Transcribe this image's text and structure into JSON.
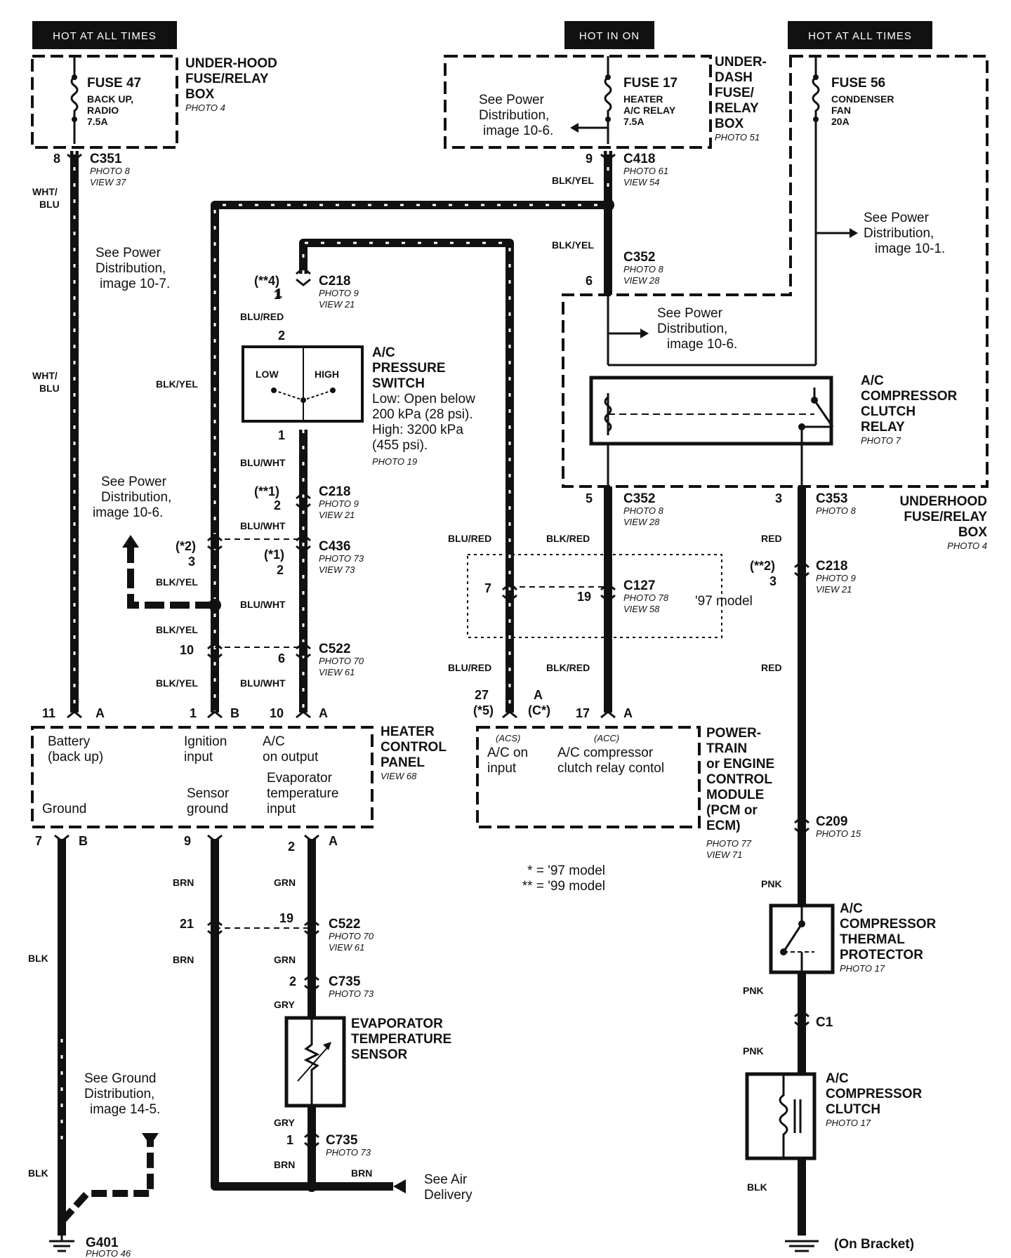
{
  "banners": [
    "HOT AT ALL TIMES",
    "HOT IN ON",
    "HOT AT ALL TIMES"
  ],
  "boxes": {
    "underhood_box": [
      "UNDER-HOOD",
      "FUSE/RELAY",
      "BOX"
    ],
    "underhood_photo": "PHOTO 4",
    "underdash_box": [
      "UNDER-",
      "DASH",
      "FUSE/",
      "RELAY",
      "BOX"
    ],
    "underdash_photo": "PHOTO 51",
    "underhood_box2": [
      "UNDERHOOD",
      "FUSE/RELAY",
      "BOX"
    ],
    "underhood_photo2": "PHOTO 4"
  },
  "fuses": [
    {
      "name": "FUSE 47",
      "lines": [
        "BACK UP,",
        "RADIO",
        "7.5A"
      ]
    },
    {
      "name": "FUSE 17",
      "lines": [
        "HEATER",
        "A/C RELAY",
        "7.5A"
      ]
    },
    {
      "name": "FUSE 56",
      "lines": [
        "CONDENSER",
        "FAN",
        "20A"
      ]
    }
  ],
  "connectors": {
    "c351": {
      "name": "C351",
      "photo": "PHOTO 8",
      "view": "VIEW 37",
      "pin": "8"
    },
    "c418": {
      "name": "C418",
      "photo": "PHOTO 61",
      "view": "VIEW 54",
      "pin": "9"
    },
    "c352_6": {
      "name": "C352",
      "photo": "PHOTO 8",
      "view": "VIEW 28",
      "pin": "6"
    },
    "c218_1": {
      "name": "C218",
      "photo": "PHOTO 9",
      "view": "VIEW 21",
      "pin": "1",
      "note": "(**4)"
    },
    "c218_2": {
      "name": "C218",
      "photo": "PHOTO 9",
      "view": "VIEW 21",
      "pin": "2",
      "note": "(**1)"
    },
    "c436": {
      "name": "C436",
      "photo": "PHOTO 73",
      "view": "VIEW 73",
      "pin_l": "3",
      "note_l": "(*2)",
      "pin_r": "2",
      "note_r": "(*1)"
    },
    "c522_top": {
      "name": "C522",
      "photo": "PHOTO 70",
      "view": "VIEW 61",
      "pin_l": "10",
      "pin_r": "6"
    },
    "c352_5": {
      "name": "C352",
      "photo": "PHOTO 8",
      "view": "VIEW 28",
      "pin": "5"
    },
    "c353": {
      "name": "C353",
      "photo": "PHOTO 8",
      "pin": "3"
    },
    "c127": {
      "name": "C127",
      "photo": "PHOTO 78",
      "view": "VIEW 58",
      "pin_l": "7",
      "pin_r": "19",
      "model": "'97 model"
    },
    "c218_3": {
      "name": "C218",
      "photo": "PHOTO 9",
      "view": "VIEW 21",
      "pin": "3",
      "note": "(**2)"
    },
    "c209": {
      "name": "C209",
      "photo": "PHOTO 15"
    },
    "c522_bot": {
      "name": "C522",
      "photo": "PHOTO 70",
      "view": "VIEW 61",
      "pin_l": "21",
      "pin_r": "19"
    },
    "c735_top": {
      "name": "C735",
      "photo": "PHOTO 73",
      "pin": "2"
    },
    "c735_bot": {
      "name": "C735",
      "photo": "PHOTO 73",
      "pin": "1"
    },
    "c1": {
      "name": "C1"
    }
  },
  "wires": {
    "wht_blu": "WHT/\nBLU",
    "wht_blu_a": "WHT/",
    "wht_blu_b": "BLU",
    "blk_yel": "BLK/YEL",
    "blu_red": "BLU/RED",
    "blu_wht": "BLU/WHT",
    "blk_red": "BLK/RED",
    "red": "RED",
    "pnk": "PNK",
    "brn": "BRN",
    "grn": "GRN",
    "gry": "GRY",
    "blk": "BLK"
  },
  "pressure_switch": {
    "title": [
      "A/C",
      "PRESSURE",
      "SWITCH"
    ],
    "desc": [
      "Low: Open below",
      "200 kPa (28 psi).",
      "High: 3200 kPa",
      "(455 psi)."
    ],
    "photo": "PHOTO 19",
    "low": "LOW",
    "high": "HIGH"
  },
  "relay": {
    "title": [
      "A/C",
      "COMPRESSOR",
      "CLUTCH",
      "RELAY"
    ],
    "photo": "PHOTO 7"
  },
  "heater_panel": {
    "title": [
      "HEATER",
      "CONTROL",
      "PANEL"
    ],
    "view": "VIEW 68",
    "pins_top": [
      {
        "num": "11",
        "letter": "A",
        "label": [
          "Battery",
          "(back up)"
        ]
      },
      {
        "num": "1",
        "letter": "B",
        "label": [
          "Ignition",
          "input"
        ]
      },
      {
        "num": "10",
        "letter": "A",
        "label": [
          "A/C",
          "on output"
        ]
      }
    ],
    "pins_bottom": [
      {
        "num": "7",
        "letter": "B",
        "label": [
          "Ground"
        ]
      },
      {
        "num": "9",
        "letter": "",
        "label": [
          "Sensor",
          "ground"
        ]
      },
      {
        "num": "2",
        "letter": "A",
        "label": [
          "Evaporator",
          "temperature",
          "input"
        ]
      }
    ]
  },
  "pcm": {
    "title": [
      "POWER-",
      "TRAIN",
      "or ENGINE",
      "CONTROL",
      "MODULE",
      "(PCM or",
      "ECM)"
    ],
    "photo": "PHOTO 77",
    "view": "VIEW 71",
    "acs": "(ACS)",
    "acs_label": [
      "A/C on",
      "input"
    ],
    "acc": "(ACC)",
    "acc_label": [
      "A/C compressor",
      "clutch relay contol"
    ],
    "pin_27": "27",
    "pin_27_note": "(*5)",
    "pin_a": "A",
    "pin_a_note": "(C*)",
    "pin_17": "17",
    "pin_17_letter": "A"
  },
  "thermal": {
    "title": [
      "A/C",
      "COMPRESSOR",
      "THERMAL",
      "PROTECTOR"
    ],
    "photo": "PHOTO 17"
  },
  "clutch": {
    "title": [
      "A/C",
      "COMPRESSOR",
      "CLUTCH"
    ],
    "photo": "PHOTO 17"
  },
  "evap_sensor": {
    "title": [
      "EVAPORATOR",
      "TEMPERATURE",
      "SENSOR"
    ]
  },
  "see_notes": {
    "pd_10_6_top": [
      "See Power",
      "Distribution,",
      "image 10-6."
    ],
    "pd_10_7": [
      "See Power",
      "Distribution,",
      "image 10-7."
    ],
    "pd_10_1": [
      "See Power",
      "Distribution,",
      "image 10-1."
    ],
    "pd_10_6_mid": [
      "See Power",
      "Distribution,",
      "image 10-6."
    ],
    "pd_10_6_left": [
      "See Power",
      "Distribution,",
      "image 10-6."
    ],
    "ground_14_5": [
      "See Ground",
      "Distribution,",
      "image 14-5."
    ],
    "air_delivery": [
      "See Air",
      "Delivery"
    ]
  },
  "legend": [
    "* = '97 model",
    "** = '99 model"
  ],
  "grounds": {
    "g401": "G401",
    "g401_photo": "PHOTO 46",
    "bracket": "(On Bracket)"
  }
}
